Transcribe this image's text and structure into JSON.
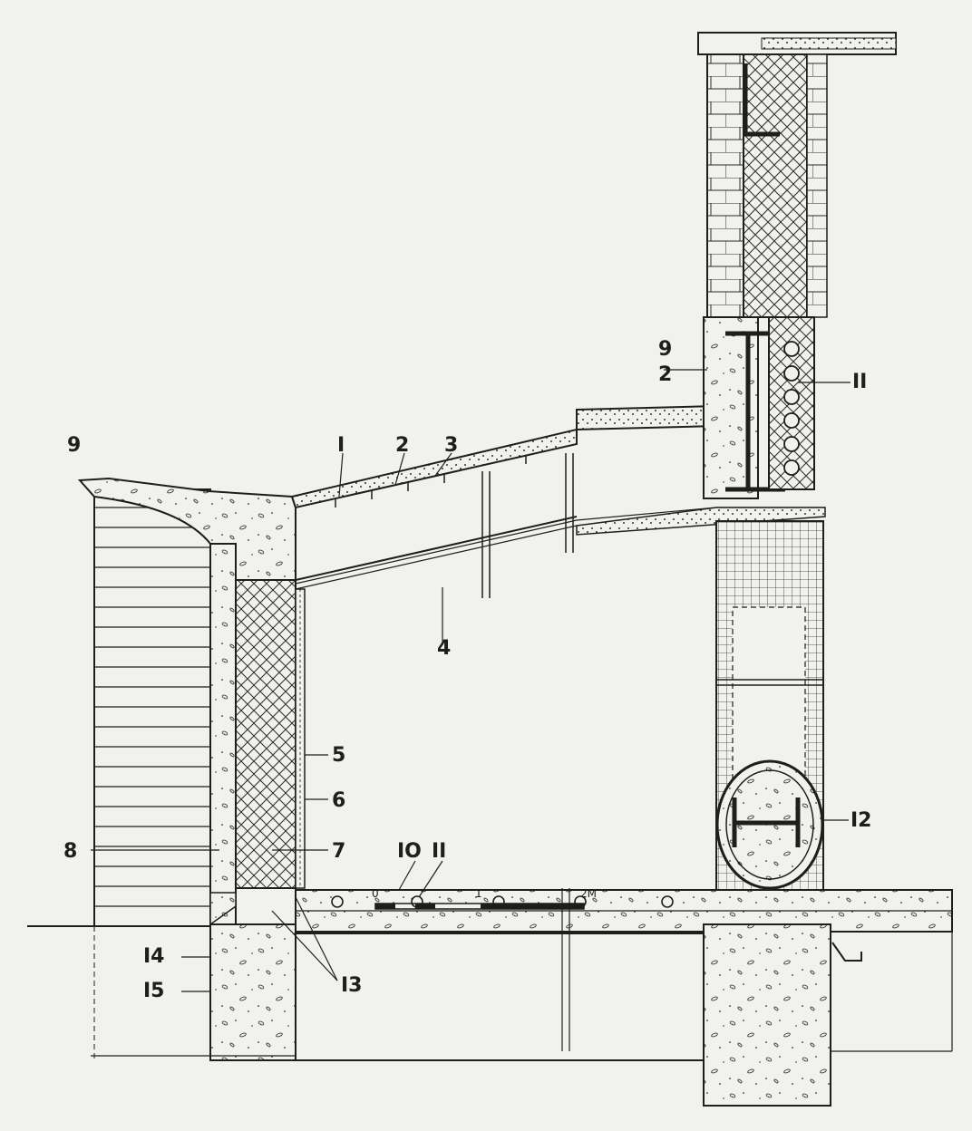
{
  "drawing": {
    "callouts": {
      "c1": "I",
      "c2": "2",
      "c3": "3",
      "c4": "4",
      "c5": "5",
      "c6": "6",
      "c7": "7",
      "c8": "8",
      "c9_left": "9",
      "c9_right": "9",
      "c2_right": "2",
      "c10": "IO",
      "c11_floor": "II",
      "c11_wall": "II",
      "c12": "I2",
      "c13": "I3",
      "c14": "I4",
      "c15": "I5"
    },
    "scale_bar": {
      "labels": [
        "0",
        "1",
        "2M"
      ]
    }
  }
}
